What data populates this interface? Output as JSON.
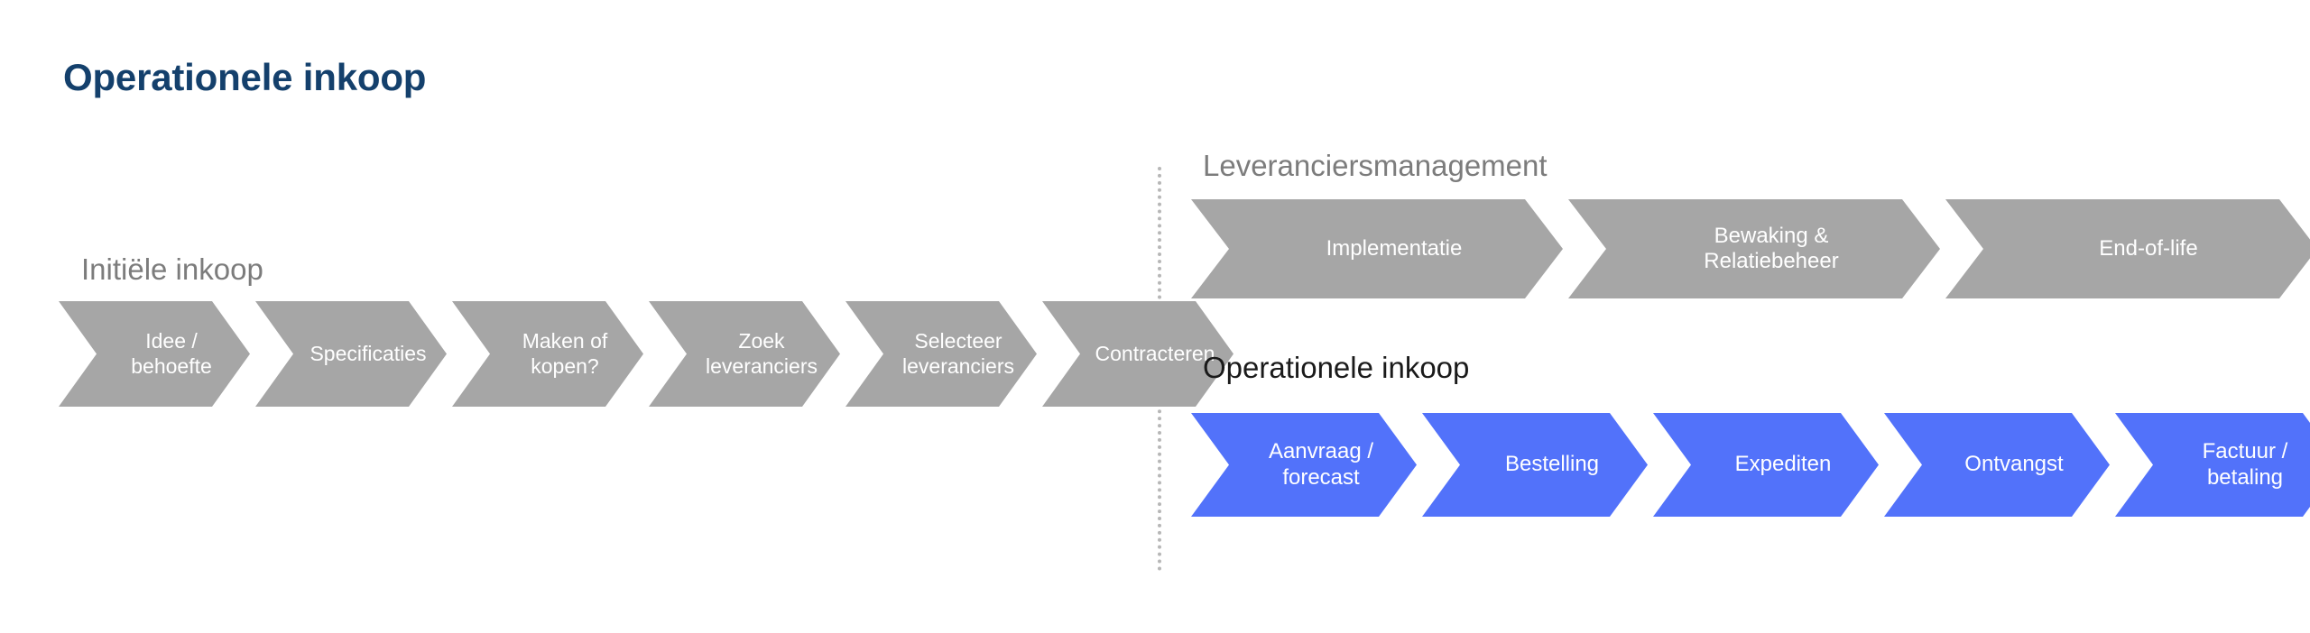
{
  "page": {
    "title": "Operationele inkoop",
    "title_color": "#14406c",
    "background": "#ffffff"
  },
  "divider": {
    "name": "vertical-dotted-divider",
    "color": "#b7b7b7",
    "style": "dotted"
  },
  "colors": {
    "chevron_grey": "#a6a6a6",
    "chevron_blue": "#5272fa",
    "label_muted": "#7c7c7c",
    "label_dark": "#1a1a1a",
    "chevron_text": "#ffffff"
  },
  "groups": [
    {
      "id": "initiele-inkoop",
      "label": "Initiële inkoop",
      "label_tone": "muted",
      "chevron_color": "grey",
      "steps": [
        {
          "label": "Idee /\nbehoefte"
        },
        {
          "label": "Specificaties"
        },
        {
          "label": "Maken of\nkopen?"
        },
        {
          "label": "Zoek\nleveranciers"
        },
        {
          "label": "Selecteer\nleveranciers"
        },
        {
          "label": "Contracteren"
        }
      ]
    },
    {
      "id": "leveranciersmanagement",
      "label": "Leveranciersmanagement",
      "label_tone": "muted",
      "chevron_color": "grey",
      "steps": [
        {
          "label": "Implementatie"
        },
        {
          "label": "Bewaking &\nRelatiebeheer"
        },
        {
          "label": "End-of-life"
        }
      ]
    },
    {
      "id": "operationele-inkoop",
      "label": "Operationele inkoop",
      "label_tone": "dark",
      "chevron_color": "blue",
      "steps": [
        {
          "label": "Aanvraag /\nforecast"
        },
        {
          "label": "Bestelling"
        },
        {
          "label": "Expediten"
        },
        {
          "label": "Ontvangst"
        },
        {
          "label": "Factuur /\nbetaling"
        }
      ]
    }
  ]
}
